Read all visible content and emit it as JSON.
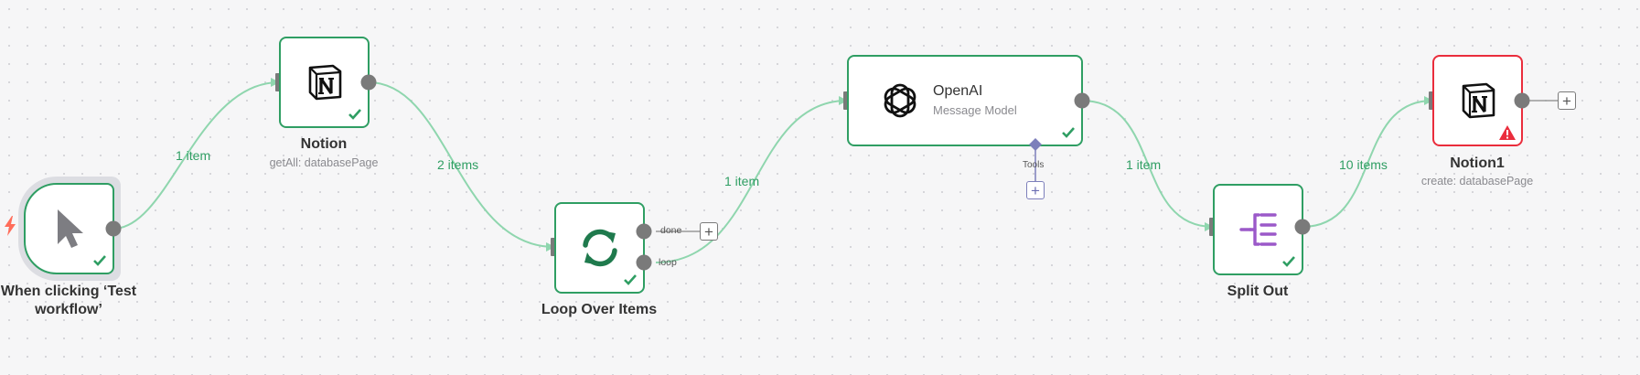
{
  "nodes": {
    "trigger": {
      "label": "When clicking ‘Test workflow’",
      "icon": "cursor-icon",
      "status": "success"
    },
    "notion": {
      "label": "Notion",
      "subtitle": "getAll: databasePage",
      "icon": "notion-logo-icon",
      "status": "success"
    },
    "loop": {
      "label": "Loop Over Items",
      "icon": "refresh-icon",
      "status": "success",
      "outputs": [
        "done",
        "loop"
      ]
    },
    "openai": {
      "title": "OpenAI",
      "subtitle": "Message Model",
      "icon": "openai-logo-icon",
      "status": "success",
      "sub_port": "Tools"
    },
    "split": {
      "label": "Split Out",
      "icon": "split-out-icon",
      "status": "success"
    },
    "notion1": {
      "label": "Notion1",
      "subtitle": "create: databasePage",
      "icon": "notion-logo-icon",
      "status": "warning"
    }
  },
  "edges": {
    "trigger_notion": "1 item",
    "notion_loop": "2 items",
    "loop_openai": "1 item",
    "openai_split": "1 item",
    "split_notion1": "10 items"
  },
  "colors": {
    "success": "#2f9e63",
    "error": "#ea2d3c",
    "edge": "#8fd6ae",
    "trigger_bolt": "#ff6d5a",
    "tools": "#7d7fbb",
    "split_icon": "#9b59c9",
    "loop_icon": "#1f7a4d"
  }
}
